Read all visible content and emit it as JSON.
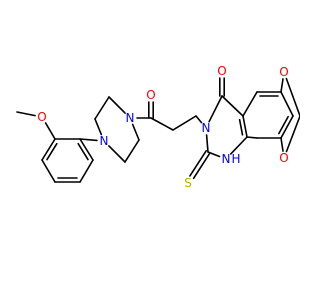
{
  "colors": {
    "bond": "#000000",
    "oxygen": "#ff0000",
    "nitrogen": "#0000ff",
    "sulfur": "#b2b200",
    "carbon": "#000000",
    "background": "#ffffff"
  },
  "labels": {
    "methoxy_o": "O",
    "aryl_piperazine_n": "N",
    "amide_n": "N",
    "amide_o": "O",
    "quinazolinone_o": "O",
    "quinazoline_n3": "N",
    "nh": "N",
    "nh_h": "H",
    "thione_s": "S",
    "dioxole_o_top": "O",
    "dioxole_o_bottom": "O"
  }
}
